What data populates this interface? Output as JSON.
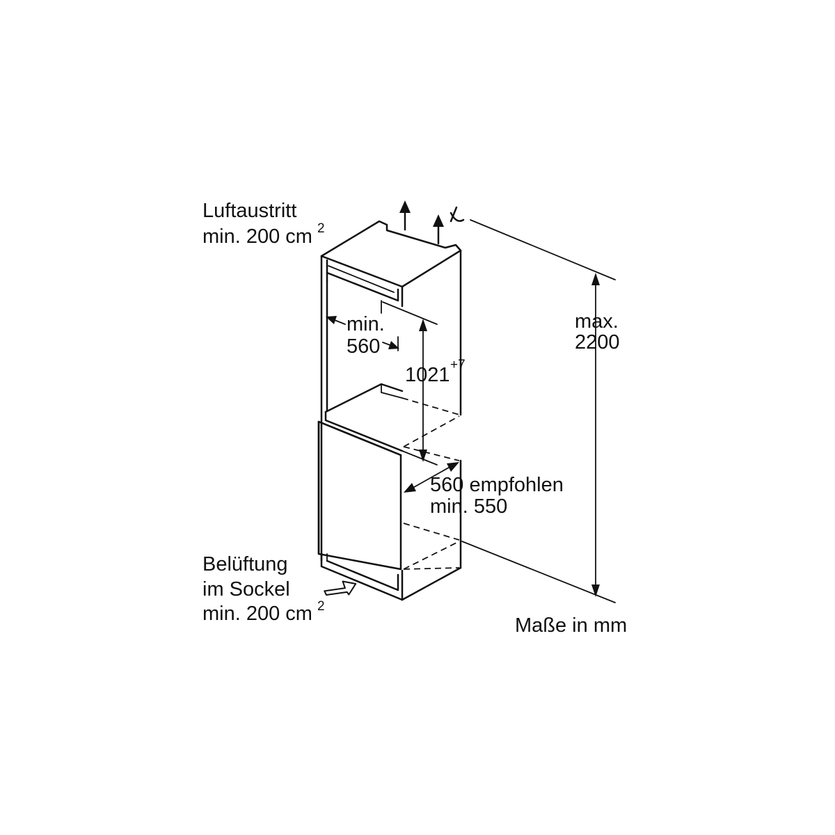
{
  "labels": {
    "air_outlet_line1": "Luftaustritt",
    "air_outlet_line2": "min. 200 cm",
    "air_outlet_sup": "2",
    "niche_width_line1": "min.",
    "niche_width_line2": "560",
    "niche_height_value": "1021",
    "niche_height_tolerance": "+7",
    "max_height_line1": "max.",
    "max_height_line2": "2200",
    "depth_line1": "560 empfohlen",
    "depth_line2": "min. 550",
    "base_vent_line1": "Belüftung",
    "base_vent_line2": "im Sockel",
    "base_vent_line3": "min. 200 cm",
    "base_vent_sup": "2",
    "units_note": "Maße in mm"
  },
  "icons": {
    "air_out_arrows": "arrow-up-icon",
    "air_in_arrow": "arrow-right-hollow-icon",
    "section_mark": "break-mark-icon"
  },
  "colors": {
    "line": "#111111",
    "background": "#ffffff"
  }
}
